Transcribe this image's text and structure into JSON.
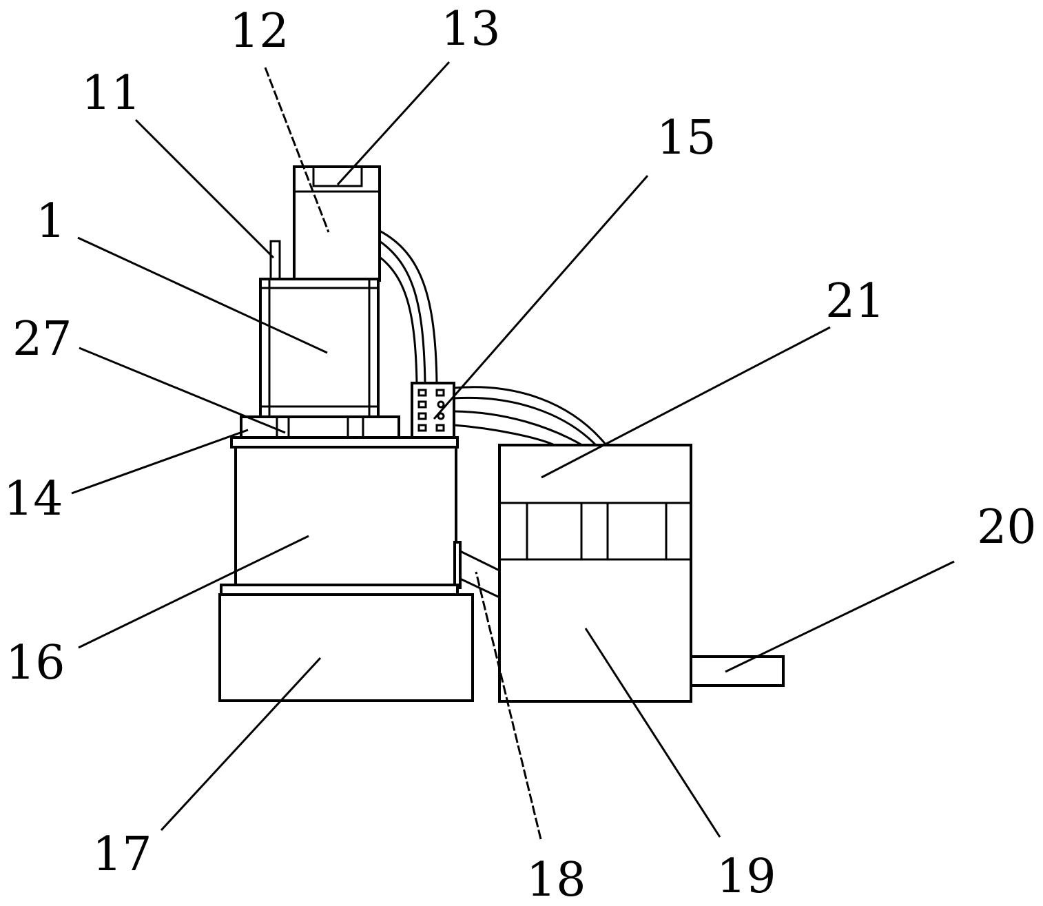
{
  "callouts": {
    "c1": "1",
    "c11": "11",
    "c12": "12",
    "c13": "13",
    "c14": "14",
    "c15": "15",
    "c16": "16",
    "c17": "17",
    "c18": "18",
    "c19": "19",
    "c20": "20",
    "c21": "21",
    "c27": "27"
  }
}
